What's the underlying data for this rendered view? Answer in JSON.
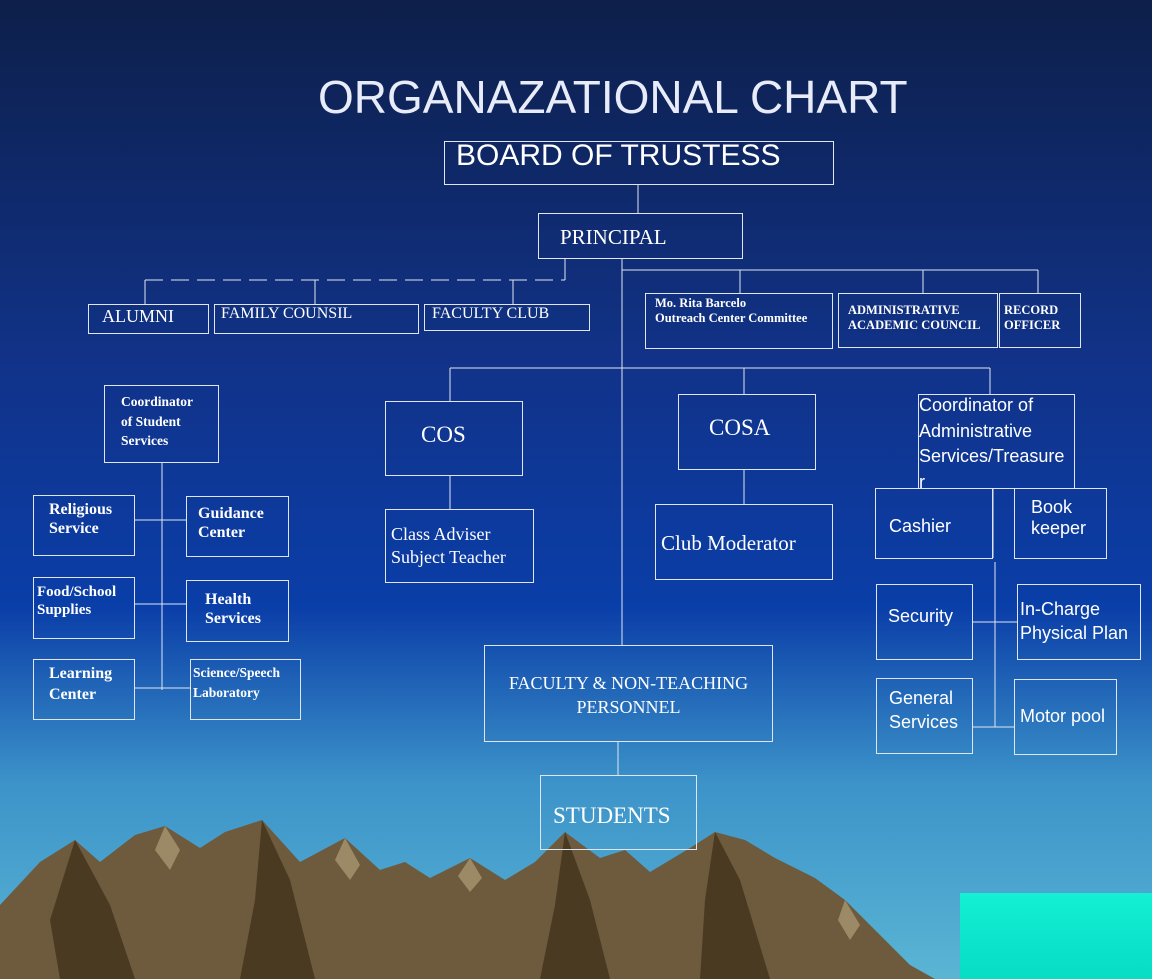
{
  "title": "ORGANAZATIONAL CHART",
  "nodes": {
    "board": "BOARD OF TRUSTESS",
    "principal": "PRINCIPAL",
    "alumni": "ALUMNI",
    "family": "FAMILY COUNSIL",
    "faculty_club": "FACULTY CLUB",
    "outreach": "Mo. Rita Barcelo\nOutreach Center Committee",
    "admin_council": "ADMINISTRATIVE\nACADEMIC COUNCIL",
    "record": "RECORD\nOFFICER",
    "coordinator_students": "Coordinator\nof Student\nServices",
    "cos": "COS",
    "cosa": "COSA",
    "coordinator_admin": "Coordinator of\nAdministrative\nServices/Treasure\nr",
    "religious": "Religious\nService",
    "guidance": "Guidance\nCenter",
    "class_adviser": "Class Adviser\nSubject Teacher",
    "club_moderator": "Club Moderator",
    "cashier": "Cashier",
    "bookkeeper": "Book\nkeeper",
    "food": "Food/School\nSupplies",
    "health": "Health\nServices",
    "security": "Security",
    "incharge": "In-Charge\nPhysical Plan",
    "learning": "Learning\nCenter",
    "science": "Science/Speech\nLaboratory",
    "personnel": "FACULTY & NON-TEACHING\nPERSONNEL",
    "general": "General\nServices",
    "motor": "Motor pool",
    "students": "STUDENTS"
  }
}
